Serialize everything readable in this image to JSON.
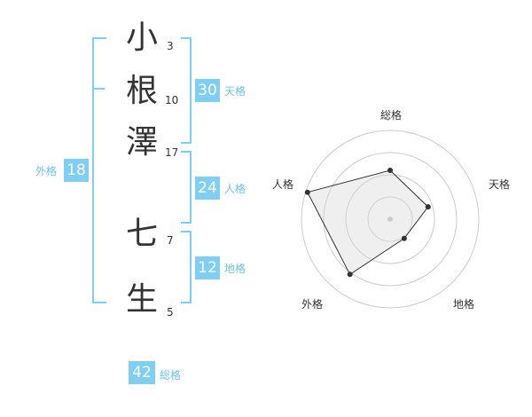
{
  "name": {
    "surname": [
      {
        "char": "小",
        "strokes": "3"
      },
      {
        "char": "根",
        "strokes": "10"
      },
      {
        "char": "澤",
        "strokes": "17"
      }
    ],
    "given": [
      {
        "char": "七",
        "strokes": "7"
      },
      {
        "char": "生",
        "strokes": "5"
      }
    ]
  },
  "fortune": {
    "tenkaku": {
      "value": "30",
      "label": "天格"
    },
    "jinkaku": {
      "value": "24",
      "label": "人格"
    },
    "chikaku": {
      "value": "12",
      "label": "地格"
    },
    "gaikaku": {
      "value": "18",
      "label": "外格"
    },
    "soukaku": {
      "value": "42",
      "label": "総格"
    }
  },
  "colors": {
    "accent": "#7fcff5",
    "label": "#6cc2f0",
    "text": "#333333"
  },
  "chart_data": {
    "type": "radar",
    "axes": [
      "総格",
      "天格",
      "地格",
      "外格",
      "人格"
    ],
    "values": [
      0.55,
      0.45,
      0.27,
      0.77,
      0.98
    ],
    "rings": 4
  }
}
